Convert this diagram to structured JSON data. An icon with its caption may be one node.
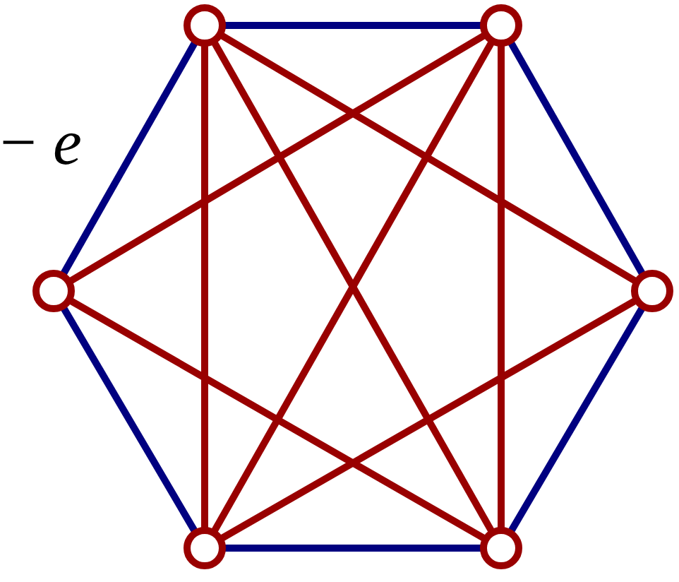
{
  "diagram": {
    "nodes": [
      {
        "text": [],
        "shape": "circle"
      },
      {
        "text": [],
        "shape": "circle"
      },
      {
        "text": [],
        "shape": "circle"
      },
      {
        "text": [],
        "shape": "circle"
      },
      {
        "text": [],
        "shape": "circle"
      },
      {
        "text": [],
        "shape": "circle"
      }
    ],
    "edges": [
      {
        "from": 0,
        "to": 1,
        "arrow": "none",
        "color": "#000080"
      },
      {
        "from": 1,
        "to": 3,
        "arrow": "none",
        "color": "#000080"
      },
      {
        "from": 3,
        "to": 5,
        "arrow": "none",
        "color": "#000080"
      },
      {
        "from": 5,
        "to": 4,
        "arrow": "none",
        "color": "#000080"
      },
      {
        "from": 4,
        "to": 2,
        "arrow": "none",
        "color": "#000080"
      },
      {
        "from": 2,
        "to": 0,
        "arrow": "none",
        "color": "#000080"
      },
      {
        "from": 0,
        "to": 3,
        "arrow": "none"
      },
      {
        "from": 0,
        "to": 4,
        "arrow": "none"
      },
      {
        "from": 0,
        "to": 5,
        "arrow": "none"
      },
      {
        "from": 1,
        "to": 2,
        "arrow": "none"
      },
      {
        "from": 1,
        "to": 4,
        "arrow": "none"
      },
      {
        "from": 1,
        "to": 5,
        "arrow": "none"
      },
      {
        "from": 2,
        "to": 5,
        "arrow": "none"
      },
      {
        "from": 3,
        "to": 4,
        "arrow": "none"
      }
    ],
    "labels": [
      "− *e*"
    ]
  }
}
